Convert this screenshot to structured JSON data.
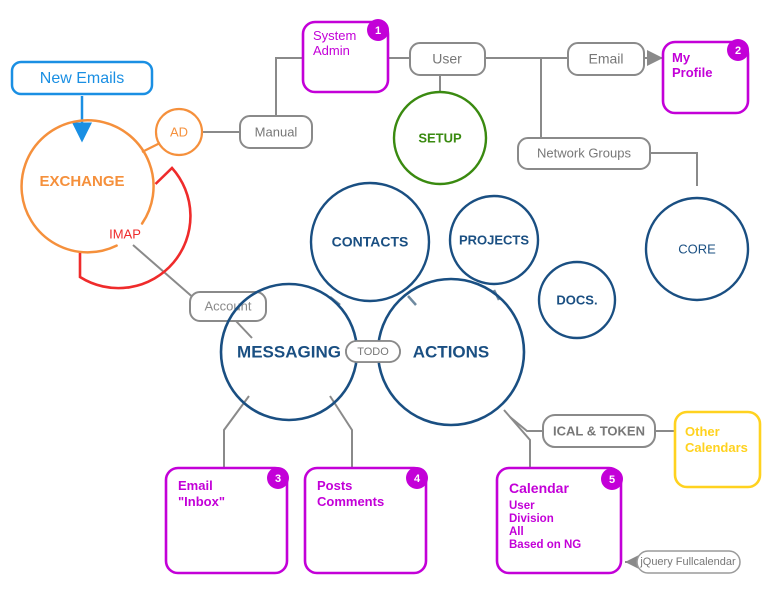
{
  "colors": {
    "blue": "#1a8fe3",
    "orange": "#f5903c",
    "red": "#ef2b2b",
    "magenta": "#c300d8",
    "green": "#3a8a10",
    "navy": "#1a4f82",
    "yellow": "#ffd21f",
    "gray": "#808080",
    "gray_line": "#8a8a8a"
  },
  "nodes": {
    "new_emails": {
      "label": "New Emails"
    },
    "exchange": {
      "label": "EXCHANGE"
    },
    "ad": {
      "label": "AD"
    },
    "imap": {
      "label": "IMAP"
    },
    "manual": {
      "label": "Manual"
    },
    "system_admin": {
      "label_line1": "System",
      "label_line2": "Admin",
      "badge": "1"
    },
    "user": {
      "label": "User"
    },
    "email": {
      "label": "Email"
    },
    "my_profile": {
      "label_line1": "My",
      "label_line2": "Profile",
      "badge": "2"
    },
    "setup": {
      "label": "SETUP"
    },
    "network_groups": {
      "label": "Network Groups"
    },
    "core": {
      "label": "CORE"
    },
    "contacts": {
      "label": "CONTACTS"
    },
    "projects": {
      "label": "PROJECTS"
    },
    "docs": {
      "label": "DOCS."
    },
    "messaging": {
      "label": "MESSAGING"
    },
    "actions": {
      "label": "ACTIONS"
    },
    "todo": {
      "label": "TODO"
    },
    "account": {
      "label": "Account"
    },
    "email_inbox": {
      "label_line1": "Email",
      "label_line2": "\"Inbox\"",
      "badge": "3"
    },
    "posts_comments": {
      "label_line1": "Posts",
      "label_line2": "Comments",
      "badge": "4"
    },
    "calendar": {
      "title": "Calendar",
      "badge": "5",
      "items": [
        "User",
        "Division",
        "All",
        "Based on NG"
      ]
    },
    "ical_token": {
      "label": "ICAL & TOKEN"
    },
    "other_calendars": {
      "label_line1": "Other",
      "label_line2": "Calendars"
    },
    "jquery_fullcalendar": {
      "label": "jQuery Fullcalendar"
    }
  }
}
